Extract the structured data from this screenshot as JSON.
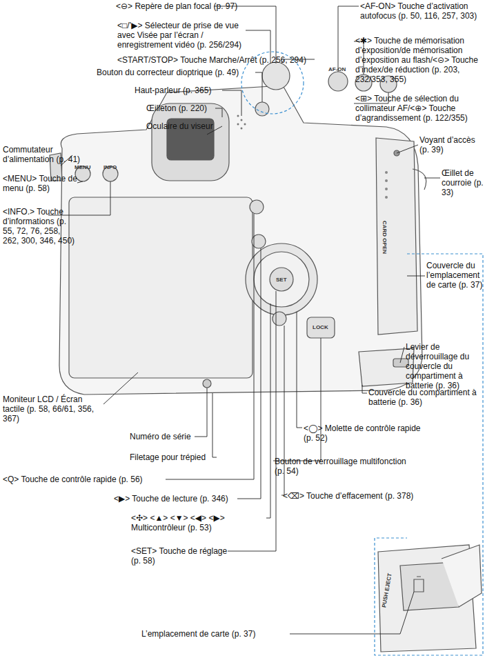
{
  "diagram": {
    "labels": [
      "<⊖> Repère de plan focal (p. 97)",
      "<□/’▶> Sélecteur de prise de vue avec Visée par l’écran / enregistrement vidéo (p. 256/294)",
      "<START/STOP> Touche Marche/Arrêt (p. 256, 294)",
      "Bouton du correcteur dioptrique (p. 49)",
      "Haut-parleur (p. 365)",
      "Œilleton (p. 220)",
      "Oculaire du viseur",
      "Commutateur d’alimentation (p. 41)",
      "<MENU> Touche de menu (p. 58)",
      "<INFO.> Touche d’informations (p. 55, 72, 76, 258, 262, 300, 346, 450)",
      "Moniteur LCD / Écran tactile (p. 58, 66/61, 356, 367)",
      "Numéro de série",
      "Filetage pour trépied",
      "<Q> Touche de contrôle rapide (p. 56)",
      "<▶> Touche de lecture (p. 346)",
      "<✣> <▲> <▼> <◀> <▶> Multicontrôleur (p. 53)",
      "<SET> Touche de réglage (p. 58)",
      "L’emplacement de carte (p. 37)",
      "<AF-ON> Touche d’activation autofocus (p. 50, 116, 257, 303)",
      "<✱> Touche de mémorisation d’exposition/de mémorisation d’exposition au flash/<⊝> Touche d’index/de réduction (p. 203, 232/353, 355)",
      "<⊞> Touche de sélection du collimateur AF/<⊕> Touche d’agrandissement (p. 122/355)",
      "Voyant d’accès (p. 39)",
      "Œillet de courroie (p. 33)",
      "Couvercle du l’emplacement de carte (p. 37)",
      "Levier de déverrouillage du couvercle du compartiment à batterie (p. 36)",
      "Couvercle du compartiment à batterie (p. 36)",
      "<◯> Molette de contrôle rapide (p. 52)",
      "Bouton de verrouillage multifonction (p. 54)",
      "<⌫> Touche d’effacement (p. 378)",
      "MENU",
      "INFO",
      "AF-ON",
      "LOCK",
      "SET",
      "CARD OPEN",
      "PUSH EJECT"
    ]
  }
}
